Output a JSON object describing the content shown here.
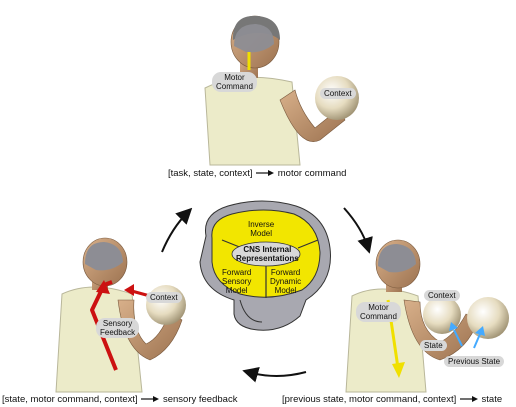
{
  "top_figure": {
    "motor_command_label": "Motor\nCommand",
    "context_label": "Context",
    "equation_inputs": "[task, state, context]",
    "equation_output": "motor command"
  },
  "brain": {
    "inverse_model": "Inverse\nModel",
    "center_label": "CNS Internal\nRepresentations",
    "forward_sensory_model": "Forward\nSensory\nModel",
    "forward_dynamic_model": "Forward\nDynamic\nModel"
  },
  "left_figure": {
    "context_label": "Context",
    "sensory_feedback_label": "Sensory\nFeedback",
    "equation_inputs": "[state, motor command, context]",
    "equation_output": "sensory feedback"
  },
  "right_figure": {
    "motor_command_label": "Motor\nCommand",
    "context_label": "Context",
    "state_label": "State",
    "previous_state_label": "Previous  State",
    "equation_inputs": "[previous state, motor command, context]",
    "equation_output": "state"
  },
  "colors": {
    "brain_yellow": "#f2e600",
    "brain_gray": "#a8a8b0",
    "skin": "#c49a72",
    "shirt": "#ecebc9",
    "hair": "#777777",
    "ball": "#e8e0c4",
    "motor_arrow": "#f0e000",
    "sensory_arrow": "#cc1111",
    "state_arrow": "#44aaff"
  }
}
